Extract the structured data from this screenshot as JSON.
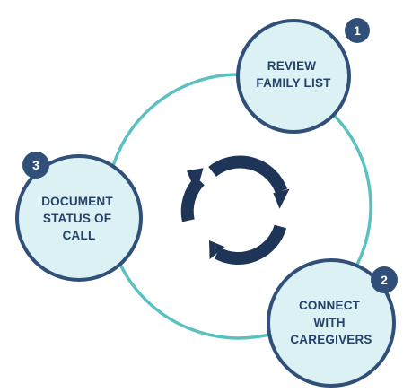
{
  "colors": {
    "ring": "#5bc1c0",
    "node_fill": "#dcf1f3",
    "node_border": "#30507a",
    "text": "#25426b",
    "badge_fill": "#30507a",
    "badge_text": "#ffffff",
    "center_arrows": "#1e3558"
  },
  "center": {
    "icon": "cycle-arrows-icon"
  },
  "steps": [
    {
      "number": "1",
      "lines": [
        "REVIEW",
        "FAMILY LIST"
      ]
    },
    {
      "number": "2",
      "lines": [
        "CONNECT",
        "WITH",
        "CAREGIVERS"
      ]
    },
    {
      "number": "3",
      "lines": [
        "DOCUMENT",
        "STATUS OF",
        "CALL"
      ]
    }
  ]
}
